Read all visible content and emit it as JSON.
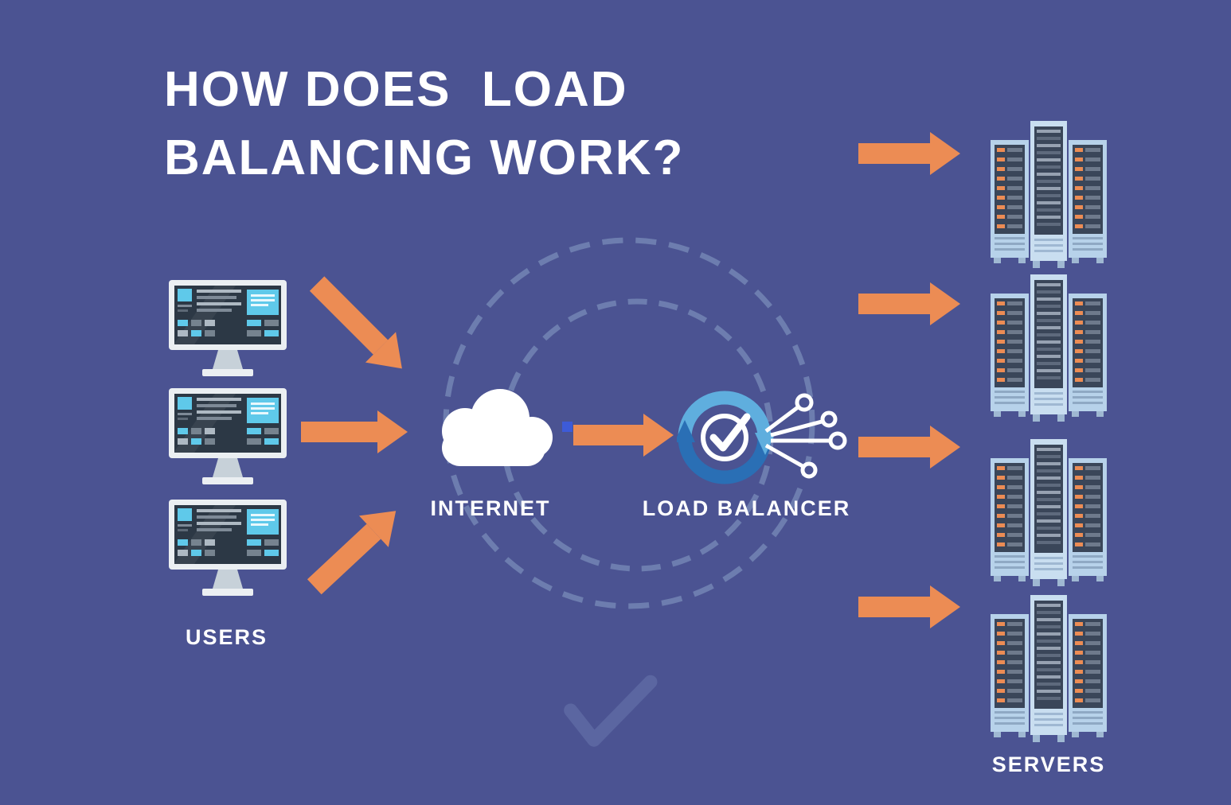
{
  "title": {
    "line1": "HOW DOES  LOAD",
    "line2": "BALANCING WORK?"
  },
  "labels": {
    "users": "USERS",
    "internet": "INTERNET",
    "load_balancer": "LOAD BALANCER",
    "servers": "SERVERS"
  },
  "colors": {
    "background": "#4B5392",
    "arrow": "#EC8C54",
    "text": "#FFFFFF",
    "ring": "#8FA8CC",
    "monitor_frame": "#EBEFF2",
    "monitor_screen": "#2C3845",
    "monitor_accent": "#5FC9EA",
    "server_frame": "#C9DEF0",
    "server_frame_side": "#B7D2EA",
    "server_panel": "#3A4659",
    "lb_light": "#5FAEDE",
    "lb_dark": "#2A6FB5",
    "pixel": "#3D5BD8",
    "watermark": "#6F7FB4"
  },
  "icons": {
    "users": "desktop-monitor-icon",
    "internet": "cloud-icon",
    "load_balancer": "sync-check-network-icon",
    "servers": "server-rack-icon",
    "flow": "block-arrow-icon",
    "watermark": "checkmark-watermark-icon"
  },
  "structure": {
    "user_count": 3,
    "server_count": 4
  }
}
